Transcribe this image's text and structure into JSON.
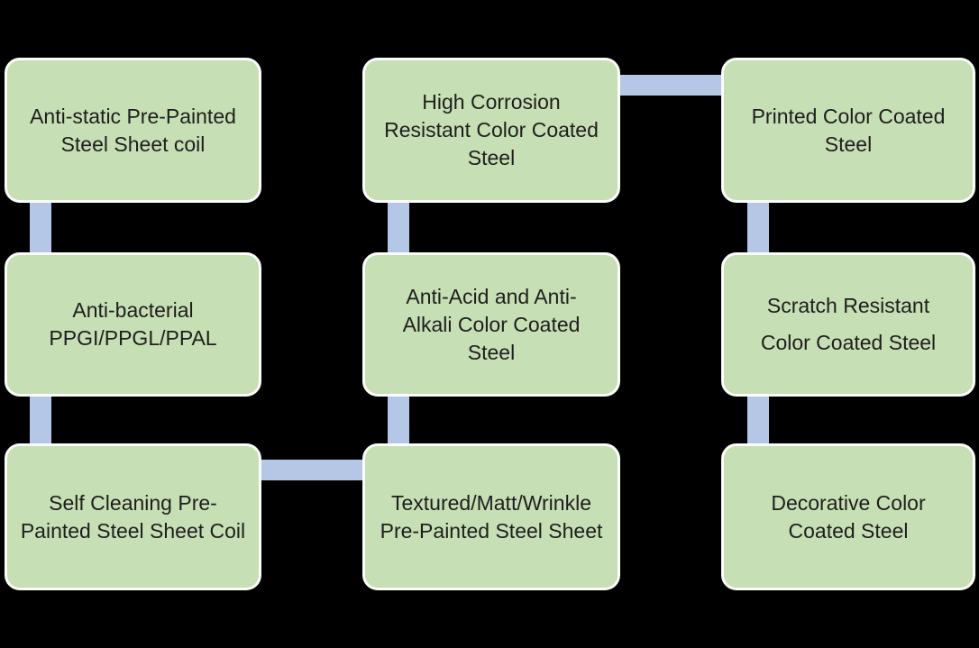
{
  "theme": {
    "background": "#000000",
    "box_fill": "#c7dfb4",
    "box_border": "#fcfdfb",
    "connector": "#b4c7e7",
    "text": "#1e1e1e"
  },
  "diagram": {
    "type": "flow-grid",
    "rows": 3,
    "columns": 3
  },
  "boxes": [
    {
      "id": "anti-static",
      "label": "Anti-static Pre-Painted\nSteel Sheet coil"
    },
    {
      "id": "anti-bacterial",
      "label": "Anti-bacterial\nPPGI/PPGL/PPAL"
    },
    {
      "id": "self-cleaning",
      "label": "Self Cleaning Pre-\nPainted Steel Sheet Coil"
    },
    {
      "id": "high-corrosion",
      "label": "High Corrosion\nResistant Color Coated\nSteel"
    },
    {
      "id": "anti-acid",
      "label": "Anti-Acid and Anti-\nAlkali Color Coated\nSteel"
    },
    {
      "id": "textured",
      "label": "Textured/Matt/Wrinkle\nPre-Painted Steel Sheet"
    },
    {
      "id": "printed",
      "label": "Printed Color Coated\nSteel"
    },
    {
      "id": "scratch",
      "label": "Scratch Resistant\nColor Coated Steel"
    },
    {
      "id": "decorative",
      "label": "Decorative Color\nCoated Steel"
    }
  ],
  "connectors": [
    {
      "type": "vertical",
      "from": "anti-static",
      "to": "anti-bacterial"
    },
    {
      "type": "vertical",
      "from": "anti-bacterial",
      "to": "self-cleaning"
    },
    {
      "type": "vertical",
      "from": "high-corrosion",
      "to": "anti-acid"
    },
    {
      "type": "vertical",
      "from": "anti-acid",
      "to": "textured"
    },
    {
      "type": "vertical",
      "from": "printed",
      "to": "scratch"
    },
    {
      "type": "vertical",
      "from": "scratch",
      "to": "decorative"
    },
    {
      "type": "horizontal",
      "from": "high-corrosion",
      "to": "printed"
    },
    {
      "type": "horizontal",
      "from": "self-cleaning",
      "to": "textured"
    }
  ]
}
